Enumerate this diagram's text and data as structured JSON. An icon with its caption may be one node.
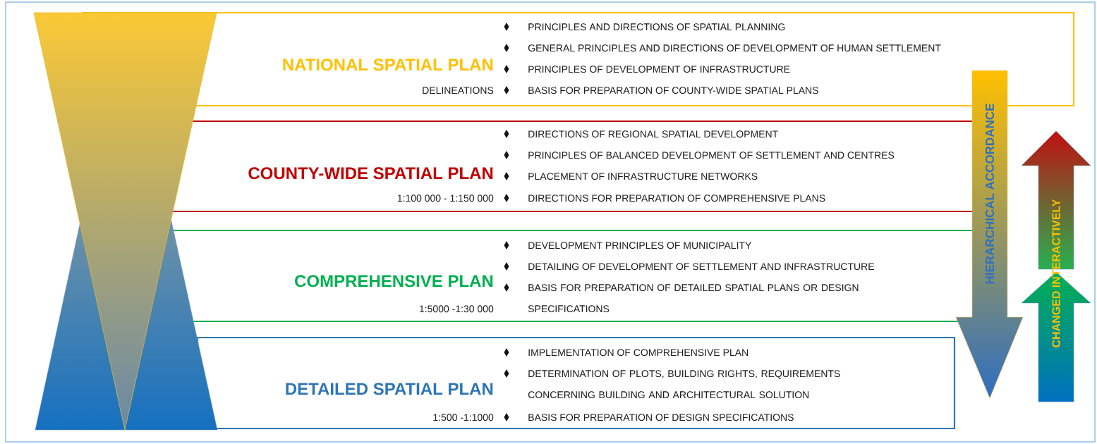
{
  "diagram": {
    "nodes": [
      {
        "text": [
          "NATIONAL SPATIAL PLAN",
          "DELINEATIONS",
          "PRINCIPLES AND DIRECTIONS OF SPATIAL PLANNING",
          "GENERAL PRINCIPLES AND DIRECTIONS OF DEVELOPMENT OF HUMAN SETTLEMENT",
          "PRINCIPLES OF DEVELOPMENT OF INFRASTRUCTURE",
          "BASIS FOR PREPARATION OF COUNTY-WIDE SPATIAL PLANS"
        ]
      },
      {
        "text": [
          "COUNTY-WIDE SPATIAL PLAN",
          "1:100 000 - 1:150 000",
          "DIRECTIONS OF REGIONAL SPATIAL DEVELOPMENT",
          "PRINCIPLES OF BALANCED DEVELOPMENT OF SETTLEMENT AND CENTRES",
          "PLACEMENT OF INFRASTRUCTURE NETWORKS",
          "DIRECTIONS FOR PREPARATION OF COMPREHENSIVE PLANS"
        ]
      },
      {
        "text": [
          "COMPREHENSIVE PLAN",
          "1:5000 -1:30 000",
          "DEVELOPMENT PRINCIPLES OF MUNICIPALITY",
          "DETAILING OF DEVELOPMENT OF SETTLEMENT AND INFRASTRUCTURE",
          "BASIS FOR PREPARATION OF DETAILED SPATIAL PLANS OR DESIGN SPECIFICATIONS"
        ]
      },
      {
        "text": [
          "DETAILED SPATIAL PLAN",
          "1:500 -1:1000",
          "IMPLEMENTATION OF COMPREHENSIVE PLAN",
          "DETERMINATION OF PLOTS, BUILDING RIGHTS, REQUIREMENTS CONCERNING BUILDING AND ARCHITECTURAL SOLUTION",
          "BASIS FOR PREPARATION OF DESIGN SPECIFICATIONS"
        ]
      },
      {
        "text": [
          "HIERARCHICAL ACCORDANCE"
        ]
      },
      {
        "text": [
          "CHANGED INTERACTIVELY"
        ]
      }
    ]
  }
}
